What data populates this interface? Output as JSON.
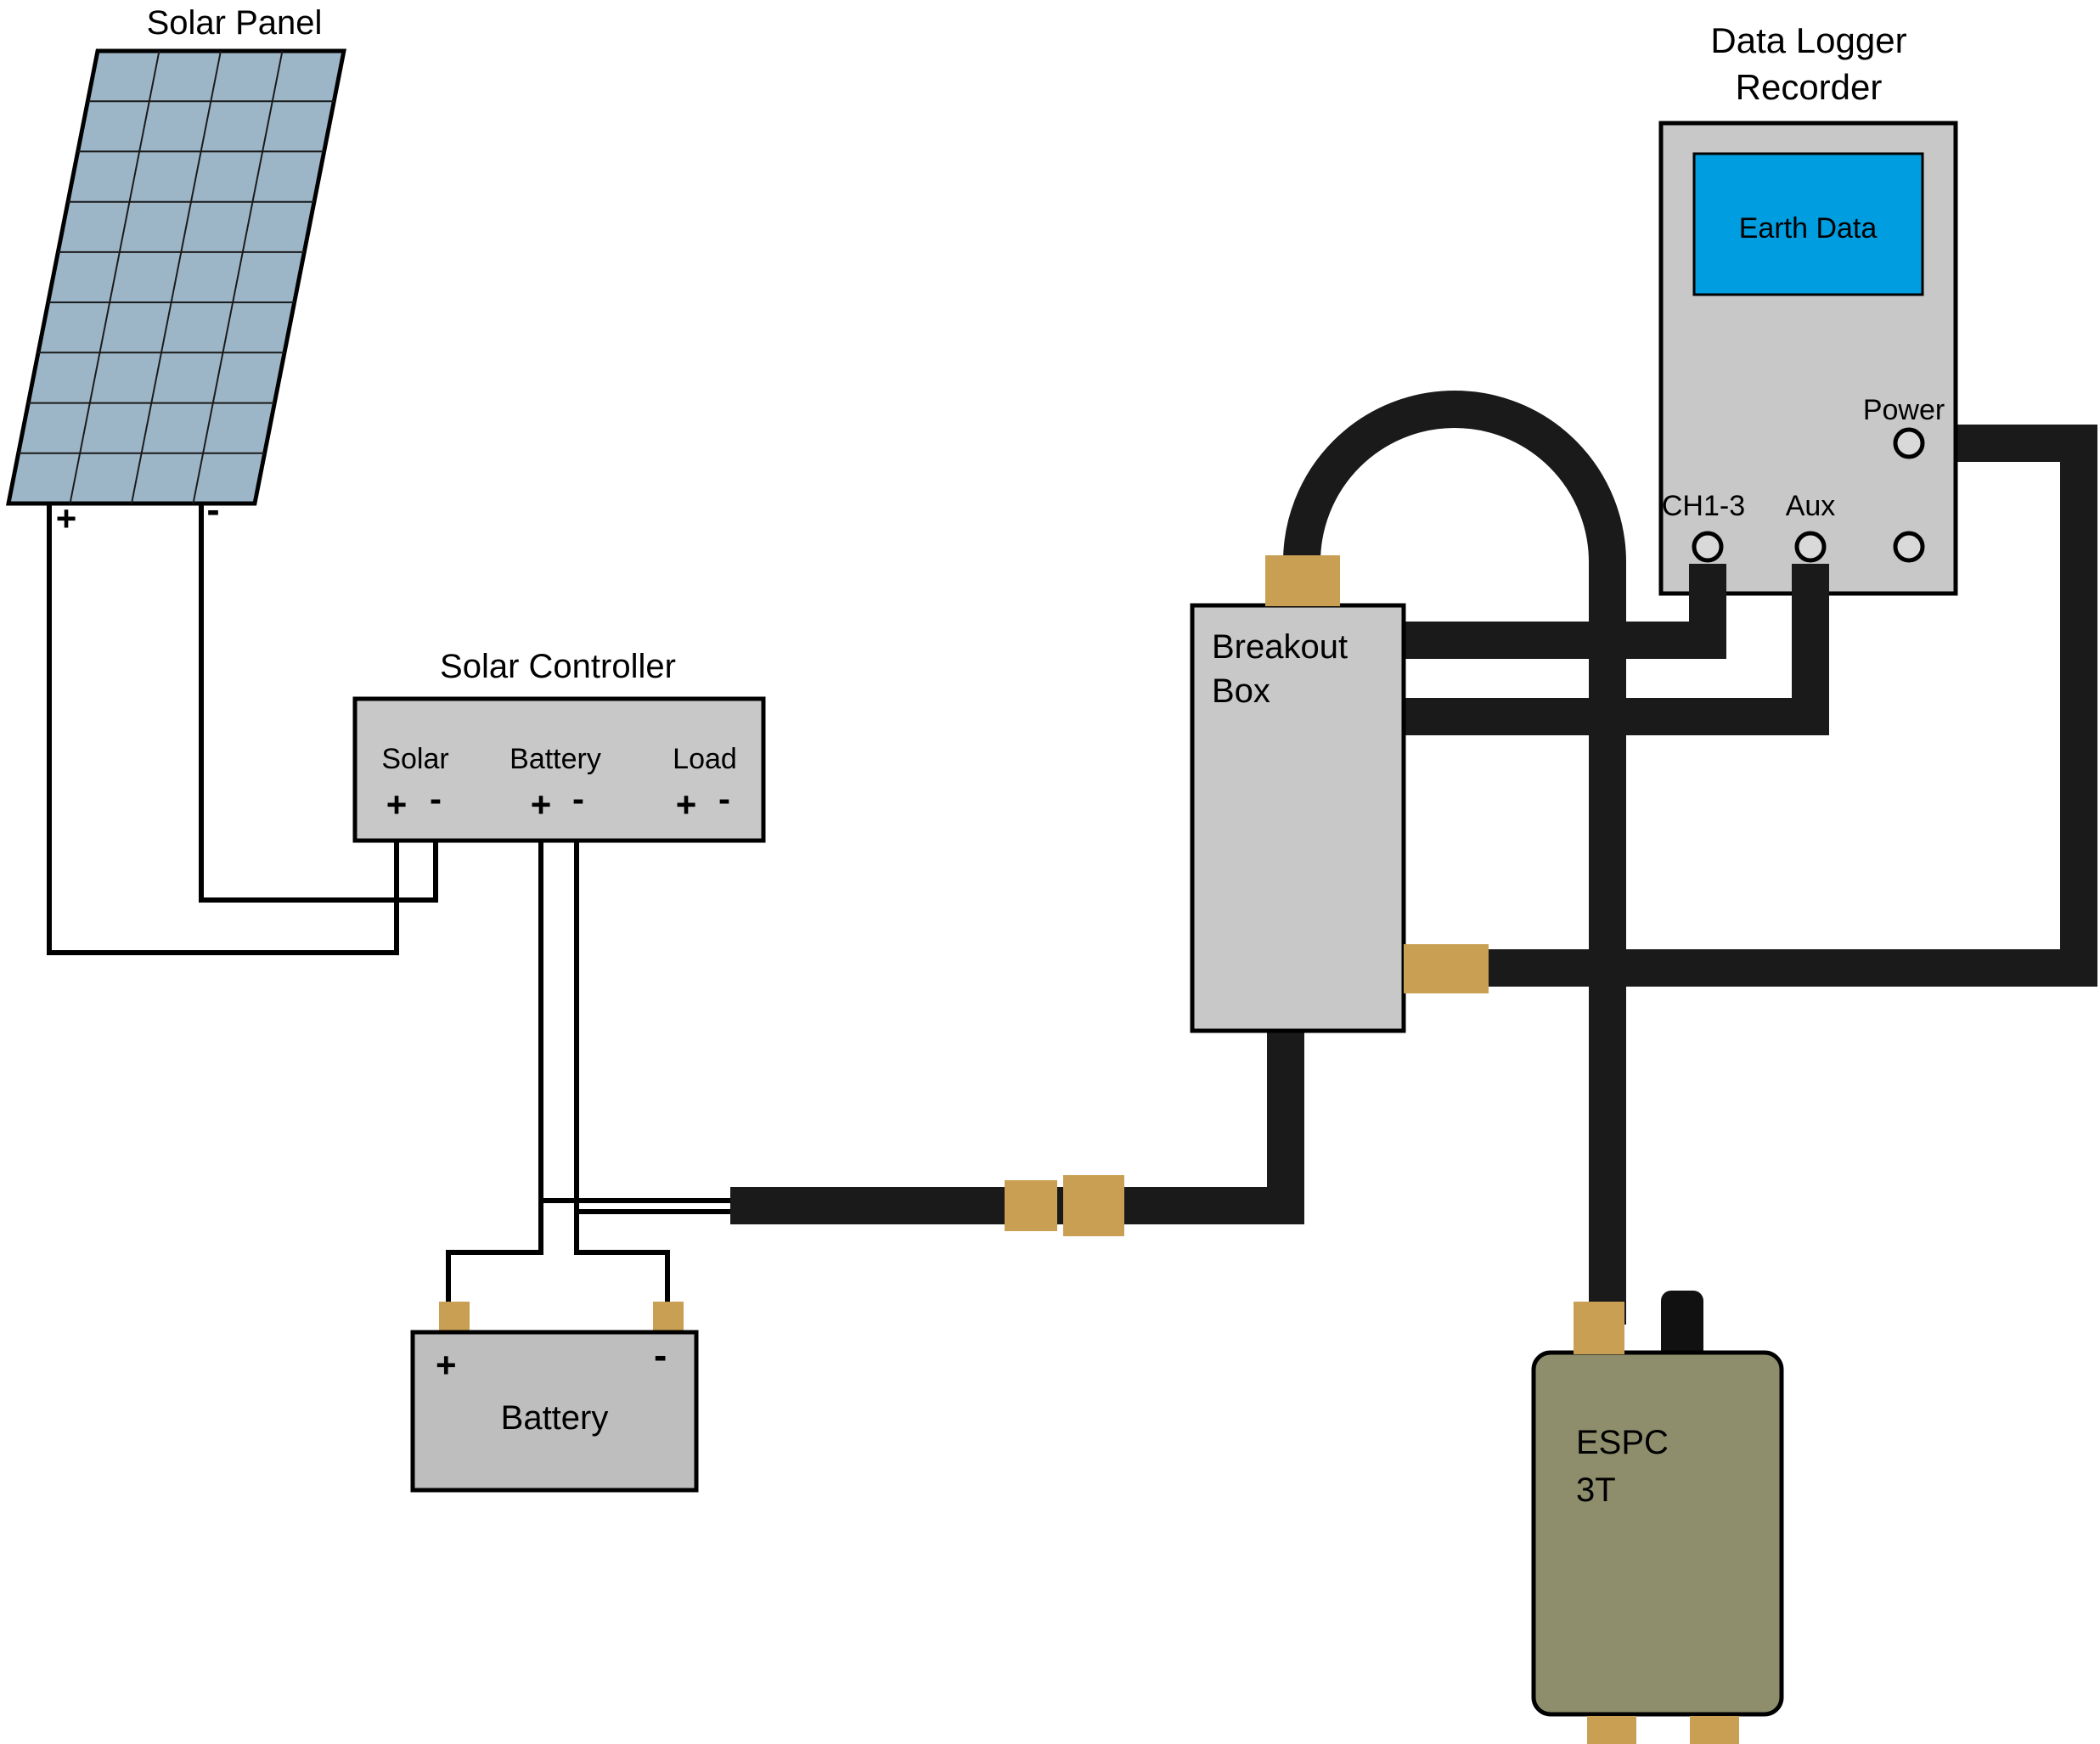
{
  "colors": {
    "panel_fill": "#9DB6C7",
    "box_gray": "#C8C8C8",
    "battery_gray": "#BEBEBE",
    "screen_blue": "#009EE0",
    "espc_olive": "#8E8E6C",
    "connector_tan": "#C9A053",
    "port_fill": "#D9D9D9",
    "wire_black": "#1A1A1A"
  },
  "solar_panel": {
    "title": "Solar Panel",
    "plus": "+",
    "minus": "-"
  },
  "solar_controller": {
    "title": "Solar Controller",
    "solar_label": "Solar",
    "battery_label": "Battery",
    "load_label": "Load",
    "plus": "+",
    "minus": "-"
  },
  "battery": {
    "title": "Battery",
    "plus": "+",
    "minus": "-"
  },
  "breakout_box": {
    "title_line1": "Breakout",
    "title_line2": "Box"
  },
  "data_logger": {
    "title_line1": "Data Logger",
    "title_line2": "Recorder",
    "screen_text": "Earth Data",
    "power_label": "Power",
    "ch_label": "CH1-3",
    "aux_label": "Aux"
  },
  "espc": {
    "title_line1": "ESPC",
    "title_line2": "3T"
  }
}
